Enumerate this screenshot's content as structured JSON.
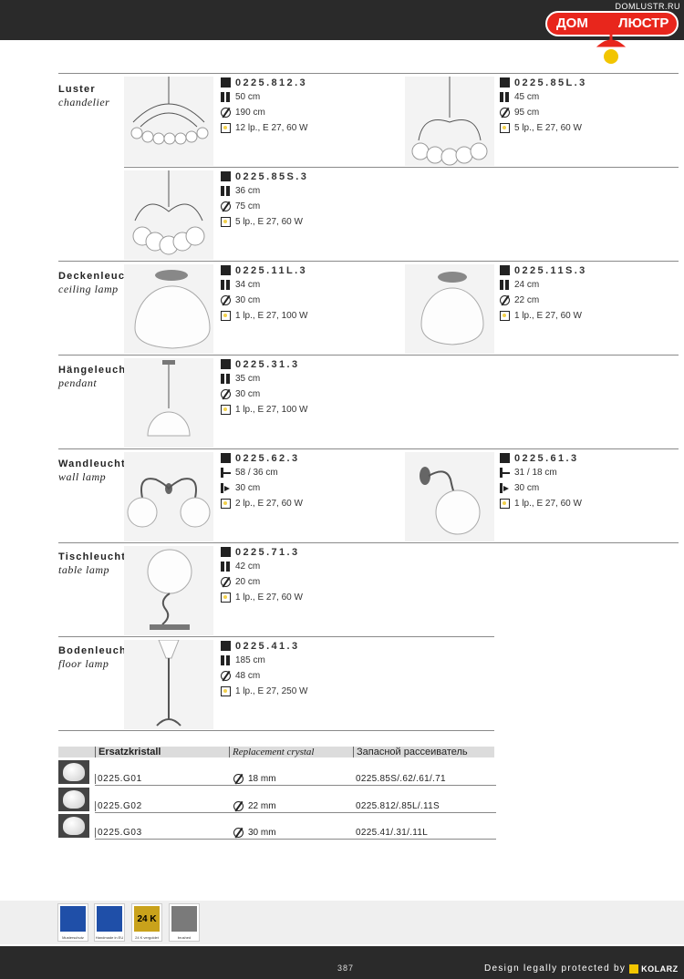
{
  "logo": {
    "url": "DOMLUSTR.RU",
    "word1": "ДОМ",
    "word2": "ЛЮСТР"
  },
  "categories": [
    {
      "de": "Luster",
      "en": "chandelier"
    },
    {
      "de": "Deckenleuchte",
      "en": "ceiling lamp"
    },
    {
      "de": "Hängeleuchte",
      "en": "pendant"
    },
    {
      "de": "Wandleuchte",
      "en": "wall lamp"
    },
    {
      "de": "Tischleuchte",
      "en": "table lamp"
    },
    {
      "de": "Bodenleuchte",
      "en": "floor lamp"
    }
  ],
  "products": [
    {
      "code": "0225.812.3",
      "size": "50 cm",
      "diameter": "190 cm",
      "bulb": "12 lp., E 27, 60 W"
    },
    {
      "code": "0225.85L.3",
      "size": "45 cm",
      "diameter": "95 cm",
      "bulb": "5 lp., E 27, 60 W"
    },
    {
      "code": "0225.85S.3",
      "size": "36 cm",
      "diameter": "75 cm",
      "bulb": "5 lp., E 27, 60 W"
    },
    {
      "code": "0225.11L.3",
      "size": "34 cm",
      "diameter": "30 cm",
      "bulb": "1 lp., E 27, 100 W"
    },
    {
      "code": "0225.11S.3",
      "size": "24 cm",
      "diameter": "22 cm",
      "bulb": "1 lp., E 27, 60 W"
    },
    {
      "code": "0225.31.3",
      "size": "35 cm",
      "diameter": "30 cm",
      "bulb": "1 lp., E 27, 100 W"
    },
    {
      "code": "0225.62.3",
      "size": "58 / 36 cm",
      "diameter": "30 cm",
      "bulb": "2 lp., E 27, 60 W"
    },
    {
      "code": "0225.61.3",
      "size": "31 / 18 cm",
      "diameter": "30 cm",
      "bulb": "1 lp., E 27, 60 W"
    },
    {
      "code": "0225.71.3",
      "size": "42 cm",
      "diameter": "20 cm",
      "bulb": "1 lp., E 27, 60 W"
    },
    {
      "code": "0225.41.3",
      "size": "185 cm",
      "diameter": "48 cm",
      "bulb": "1 lp., E 27, 250 W"
    }
  ],
  "replacement": {
    "headers": [
      "Ersatzkristall",
      "Replacement crystal",
      "Запасной рассеиватель"
    ],
    "rows": [
      {
        "code": "0225.G01",
        "diameter": "18 mm",
        "fits": "0225.85S/.62/.61/.71"
      },
      {
        "code": "0225.G02",
        "diameter": "22 mm",
        "fits": "0225.812/.85L/.11S"
      },
      {
        "code": "0225.G03",
        "diameter": "30 mm",
        "fits": "0225.41/.31/.11L"
      }
    ]
  },
  "badges": [
    {
      "caption": "Musterschutz",
      "color": "#1f4fa8"
    },
    {
      "caption": "Handmade in EU",
      "color": "#1f4fa8"
    },
    {
      "label": "24 K",
      "caption": "24 K vergoldet",
      "color": "#c9a21b"
    },
    {
      "caption": "brushed",
      "color": "#7a7a7a"
    }
  ],
  "footer": {
    "page": "387",
    "legal": "Design legally protected by",
    "brand": "KOLARZ"
  }
}
